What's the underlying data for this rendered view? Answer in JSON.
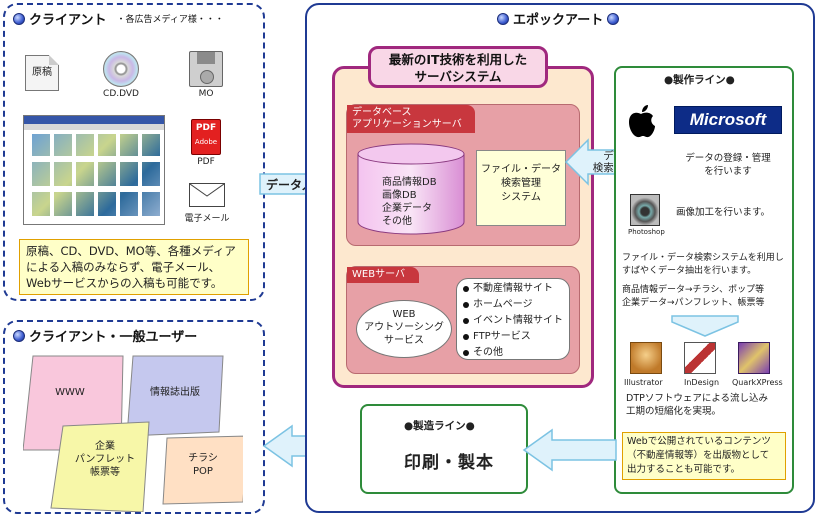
{
  "client_top": {
    "title": "クライアント",
    "subtitle": "・各広告メディア様・・・",
    "media": {
      "genkou": "原稿",
      "cd_dvd": "CD.DVD",
      "mo": "MO",
      "pdf_text": "PDF",
      "pdf_label": "PDF",
      "pdf_sub": "Adobe",
      "mail": "電子メール"
    },
    "note": [
      "原稿、CD、DVD、MO等、各種メディア",
      "による入稿のみならず、電子メール、",
      "Webサービスからの入稿も可能です。"
    ]
  },
  "client_bottom": {
    "title": "クライアント・一般ユーザー",
    "cards": {
      "www": "WWW",
      "joho": "情報誌出版",
      "kigyo": [
        "企業",
        "パンフレット",
        "帳票等"
      ],
      "chirashi": [
        "チラシ",
        "POP"
      ]
    }
  },
  "epoch": {
    "title": "エポックアート",
    "banner": [
      "最新のIT技術を利用した",
      "サーバシステム"
    ],
    "db_tab": [
      "データベース",
      "アプリケーションサーバ"
    ],
    "db_items": [
      "商品情報DB",
      "画像DB",
      "企業データ",
      "その他"
    ],
    "file_system": [
      "ファイル・データ",
      "検索管理",
      "システム"
    ],
    "web_tab": "WEBサーバ",
    "web_outsourcing": [
      "WEB",
      "アウトソーシング",
      "サービス"
    ],
    "web_services": [
      "不動産情報サイト",
      "ホームページ",
      "イベント情報サイト",
      "FTPサービス",
      "その他"
    ],
    "arrow_in": "データ入稿",
    "arrow_search": [
      "データ",
      "検索・管理"
    ]
  },
  "seisaku": {
    "title": "●製作ライン●",
    "microsoft": "Microsoft",
    "reg_text": [
      "データの登録・管理",
      "を行います"
    ],
    "photoshop_label": "Photoshop",
    "image_text": "画像加工を行います。",
    "search_text": [
      "ファイル・データ検索システムを利用し",
      "すばやくデータ抽出を行います。"
    ],
    "convert_text": [
      "商品情報データ→チラシ、ポップ等",
      "企業データ→パンフレット、帳票等"
    ],
    "apps": [
      "Illustrator",
      "InDesign",
      "QuarkXPress"
    ],
    "dtp_text": [
      "DTPソフトウェアによる流し込み",
      "工期の短縮化を実現。"
    ],
    "web_note": [
      "Webで公開されているコンテンツ",
      "（不動産情報等）を出版物として",
      "出力することも可能です。"
    ]
  },
  "seizo": {
    "title": "●製造ライン●",
    "main": "印刷・製本"
  },
  "colors": {
    "navy": "#1f3a93",
    "green": "#2e8b3a",
    "purple": "#a0287e",
    "pink": "#e7a0a6",
    "red_tab": "#c8373e",
    "arrow_fill": "#dff2fb",
    "arrow_stroke": "#7cc3e3"
  }
}
